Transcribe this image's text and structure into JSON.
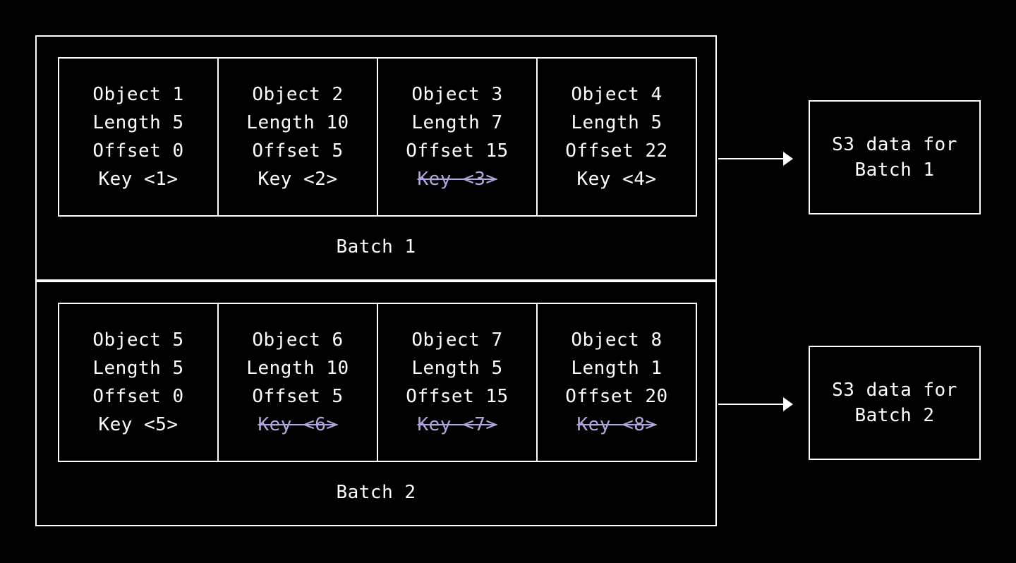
{
  "colors": {
    "background": "#000000",
    "foreground": "#ffffff",
    "deleted_key": "#b4a4e0"
  },
  "batches": [
    {
      "label": "Batch 1",
      "objects": [
        {
          "object": "Object 1",
          "length": "Length 5",
          "offset": "Offset 0",
          "key": "Key <1>",
          "deleted": false
        },
        {
          "object": "Object 2",
          "length": "Length 10",
          "offset": "Offset 5",
          "key": "Key <2>",
          "deleted": false
        },
        {
          "object": "Object 3",
          "length": "Length 7",
          "offset": "Offset 15",
          "key": "Key <3>",
          "deleted": true
        },
        {
          "object": "Object 4",
          "length": "Length 5",
          "offset": "Offset 22",
          "key": "Key <4>",
          "deleted": false
        }
      ],
      "s3": {
        "line1": "S3 data for",
        "line2": "Batch 1"
      }
    },
    {
      "label": "Batch 2",
      "objects": [
        {
          "object": "Object 5",
          "length": "Length 5",
          "offset": "Offset 0",
          "key": "Key <5>",
          "deleted": false
        },
        {
          "object": "Object 6",
          "length": "Length 10",
          "offset": "Offset 5",
          "key": "Key <6>",
          "deleted": true
        },
        {
          "object": "Object 7",
          "length": "Length 5",
          "offset": "Offset 15",
          "key": "Key <7>",
          "deleted": true
        },
        {
          "object": "Object 8",
          "length": "Length 1",
          "offset": "Offset 20",
          "key": "Key <8>",
          "deleted": true
        }
      ],
      "s3": {
        "line1": "S3 data for",
        "line2": "Batch 2"
      }
    }
  ]
}
